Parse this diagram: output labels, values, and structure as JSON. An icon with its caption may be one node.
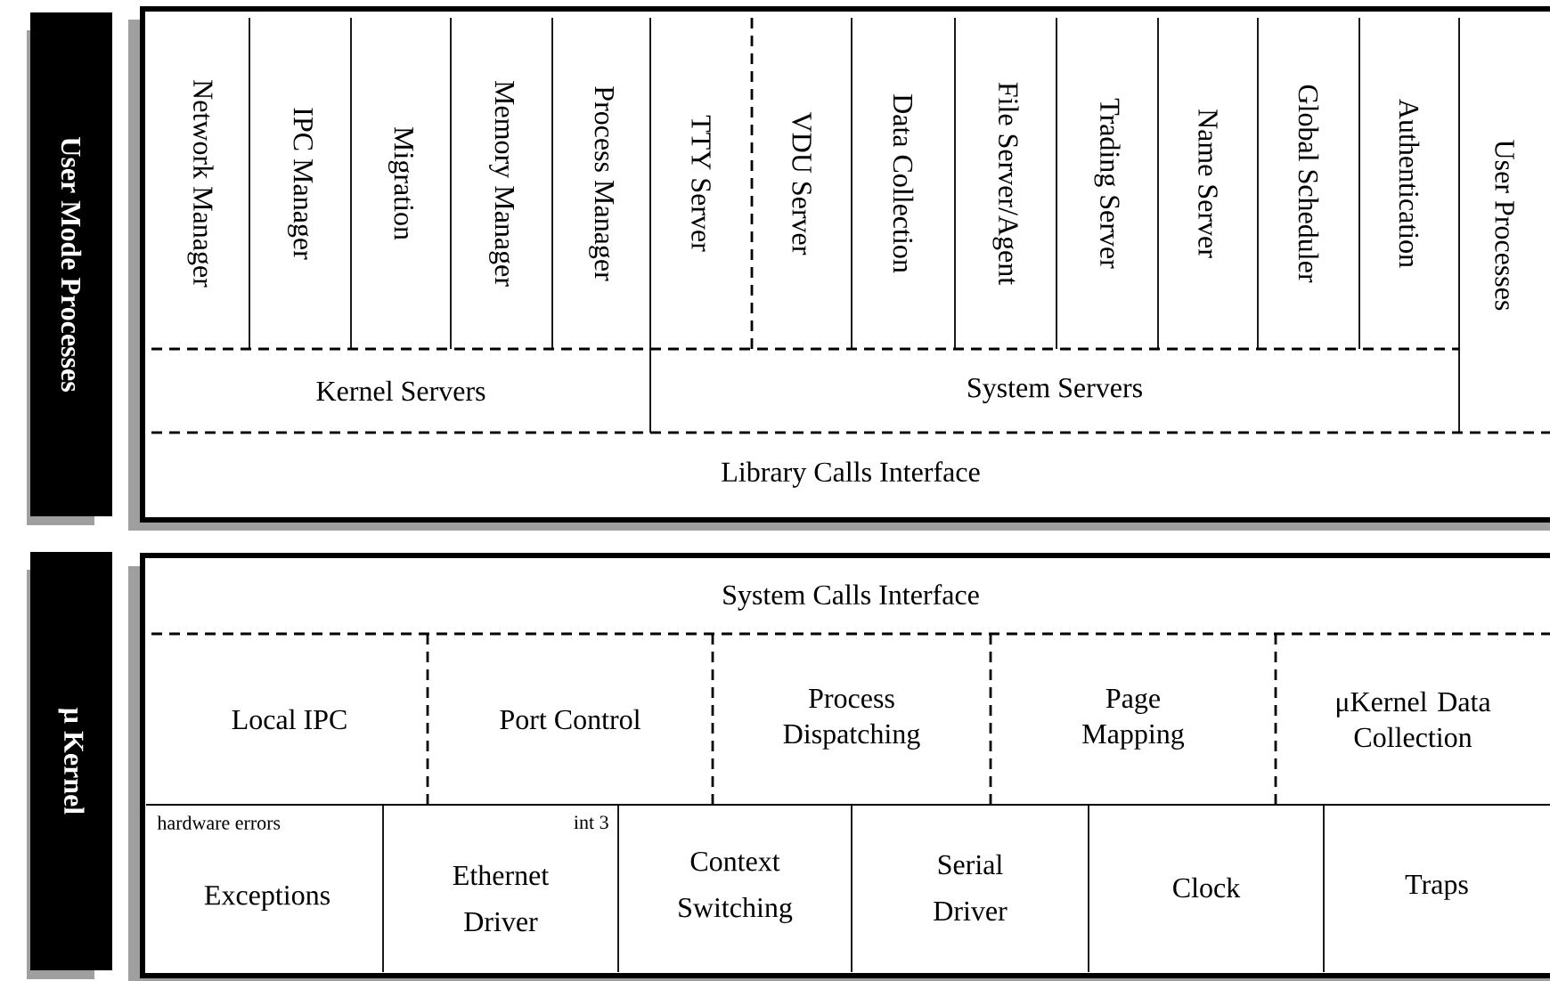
{
  "diagram": {
    "nodes": [
      {
        "text": [
          "User Mode Processes"
        ]
      },
      {
        "text": [],
        "shape": "box"
      },
      {
        "text": [
          "Network Manager"
        ],
        "in": 1
      },
      {
        "text": [
          "IPC Manager"
        ],
        "in": 1
      },
      {
        "text": [
          "Migration"
        ],
        "in": 1
      },
      {
        "text": [
          "Memory Manager"
        ],
        "in": 1
      },
      {
        "text": [
          "Process Manager"
        ],
        "in": 1
      },
      {
        "text": [
          "TTY Server"
        ],
        "in": 1
      },
      {
        "text": [
          "VDU Server"
        ],
        "in": 1
      },
      {
        "text": [
          "Data Collection"
        ],
        "in": 1
      },
      {
        "text": [
          "File Server/Agent"
        ],
        "in": 1
      },
      {
        "text": [
          "Trading Server"
        ],
        "in": 1
      },
      {
        "text": [
          "Name Server"
        ],
        "in": 1
      },
      {
        "text": [
          "Global Scheduler"
        ],
        "in": 1
      },
      {
        "text": [
          "Authentication"
        ],
        "in": 1
      },
      {
        "text": [
          "User Processes"
        ],
        "in": 1
      },
      {
        "text": [
          "Kernel Servers"
        ],
        "in": 1
      },
      {
        "text": [
          "System Servers"
        ],
        "in": 1
      },
      {
        "text": [
          "Library Calls Interface"
        ],
        "in": 1
      },
      {
        "text": [
          "μ Kernel"
        ]
      },
      {
        "text": [],
        "shape": "box"
      },
      {
        "text": [
          "System Calls Interface"
        ],
        "in": 20
      },
      {
        "text": [
          "Local IPC"
        ],
        "in": 20
      },
      {
        "text": [
          "Port Control"
        ],
        "in": 20
      },
      {
        "text": [
          "Process Dispatching"
        ],
        "in": 20
      },
      {
        "text": [
          "Page Mapping"
        ],
        "in": 20
      },
      {
        "text": [
          "μKernel Data Collection"
        ],
        "in": 20
      },
      {
        "text": [
          "hardware errors",
          "Exceptions"
        ],
        "in": 20
      },
      {
        "text": [
          "int 3",
          "Ethernet Driver"
        ],
        "in": 20
      },
      {
        "text": [
          "Context Switching"
        ],
        "in": 20
      },
      {
        "text": [
          "Serial Driver"
        ],
        "in": 20
      },
      {
        "text": [
          "Clock"
        ],
        "in": 20
      },
      {
        "text": [
          "Traps"
        ],
        "in": 20
      }
    ]
  }
}
